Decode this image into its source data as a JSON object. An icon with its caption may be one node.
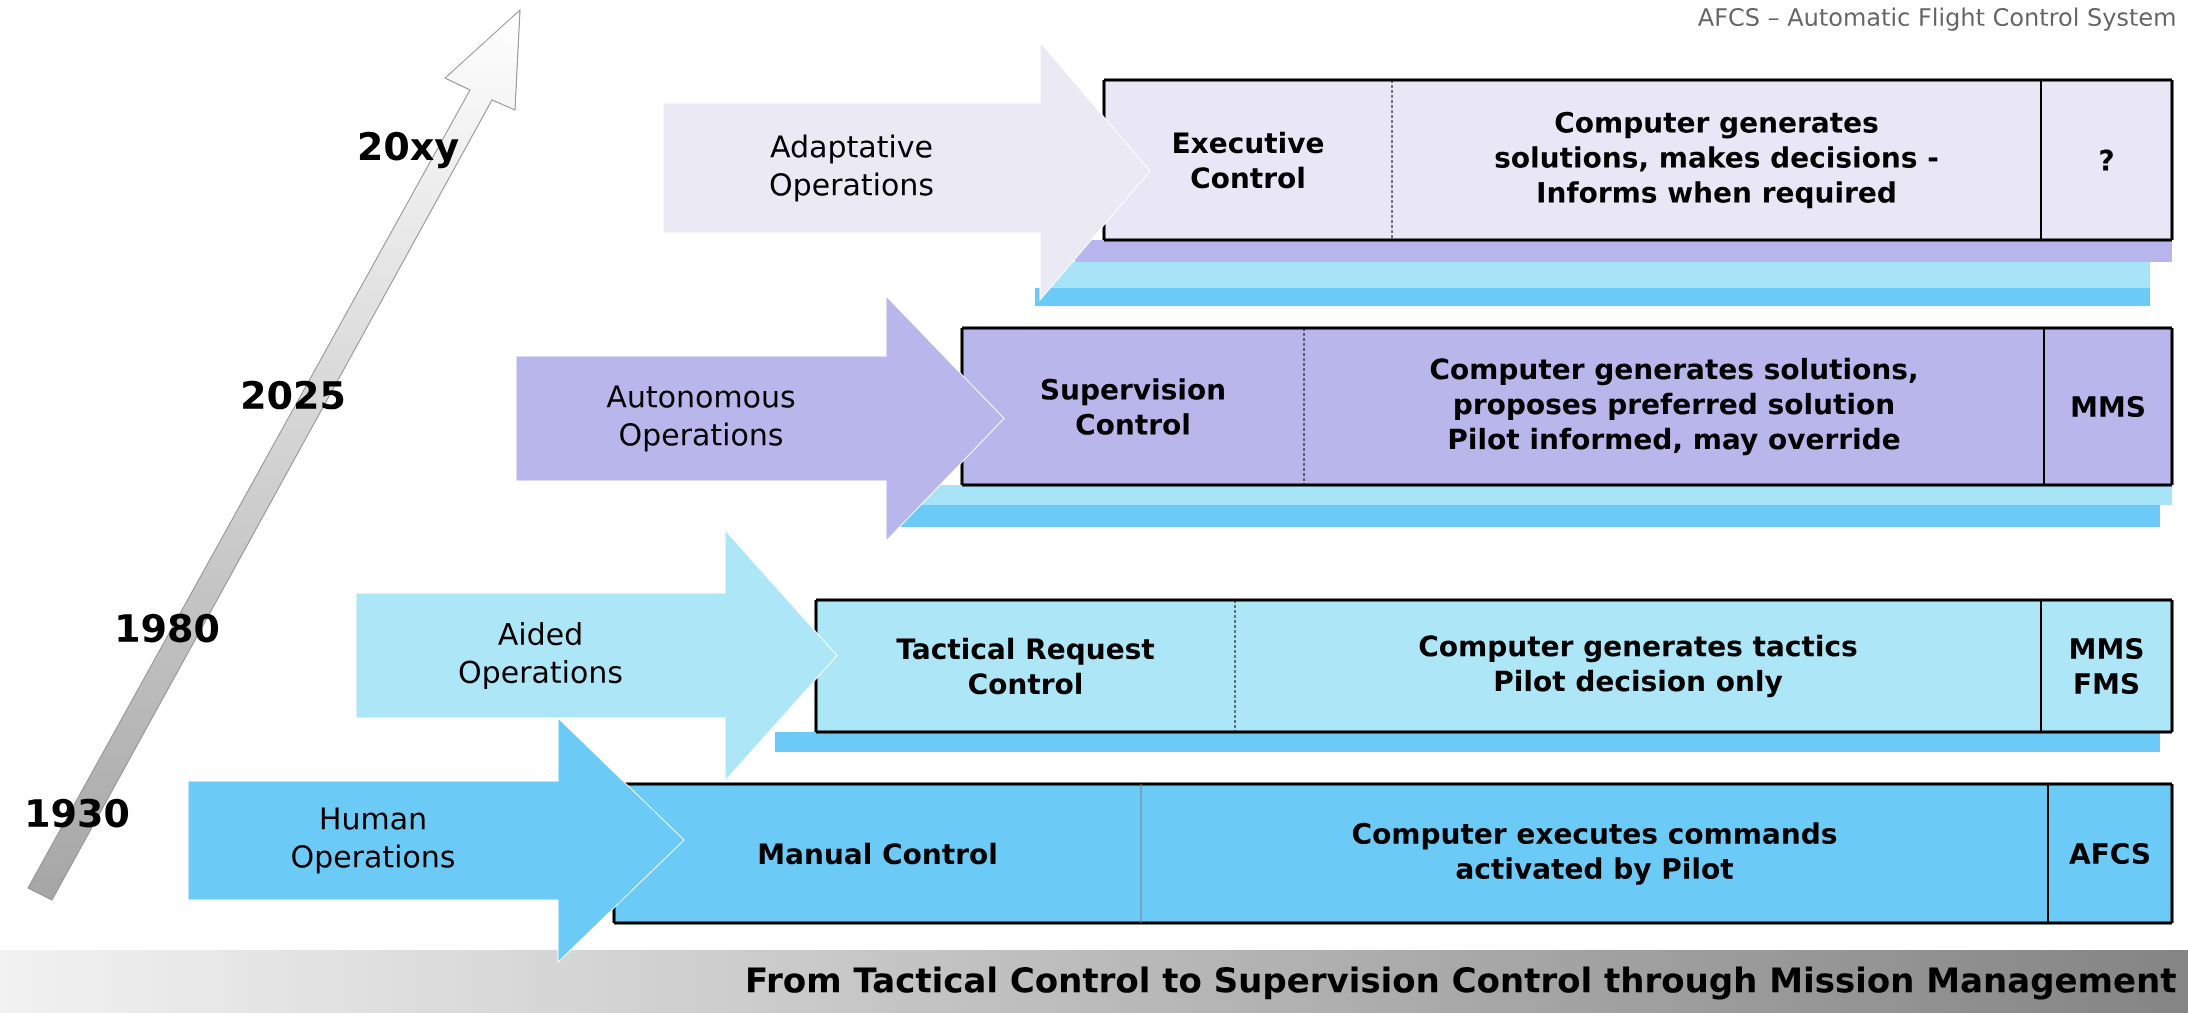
{
  "diagram": {
    "caption": "From Tactical Control to Supervision Control through Mission Management",
    "nodes": [
      {
        "text": [
          "Adaptative Operations"
        ]
      },
      {
        "text": [
          "Executive Control"
        ]
      },
      {
        "text": [
          "Computer generates solutions, makes decisions - Informs when required"
        ]
      },
      {
        "text": [
          "?"
        ]
      },
      {
        "text": [
          "Autonomous Operations"
        ]
      },
      {
        "text": [
          "Supervision Control"
        ]
      },
      {
        "text": [
          "Computer generates solutions, proposes preferred solution Pilot informed, may override"
        ]
      },
      {
        "text": [
          "MMS"
        ]
      },
      {
        "text": [
          "Aided Operations"
        ]
      },
      {
        "text": [
          "Tactical Request Control"
        ]
      },
      {
        "text": [
          "Computer generates tactics Pilot decision only"
        ]
      },
      {
        "text": [
          "MMS FMS"
        ]
      },
      {
        "text": [
          "Human Operations"
        ]
      },
      {
        "text": [
          "Manual Control"
        ]
      },
      {
        "text": [
          "Computer executes commands activated by Pilot"
        ]
      },
      {
        "text": [
          "AFCS"
        ]
      }
    ],
    "labels": [
      "AFCS – Automatic Flight Control System",
      "20xy",
      "2025",
      "1980",
      "1930"
    ]
  }
}
